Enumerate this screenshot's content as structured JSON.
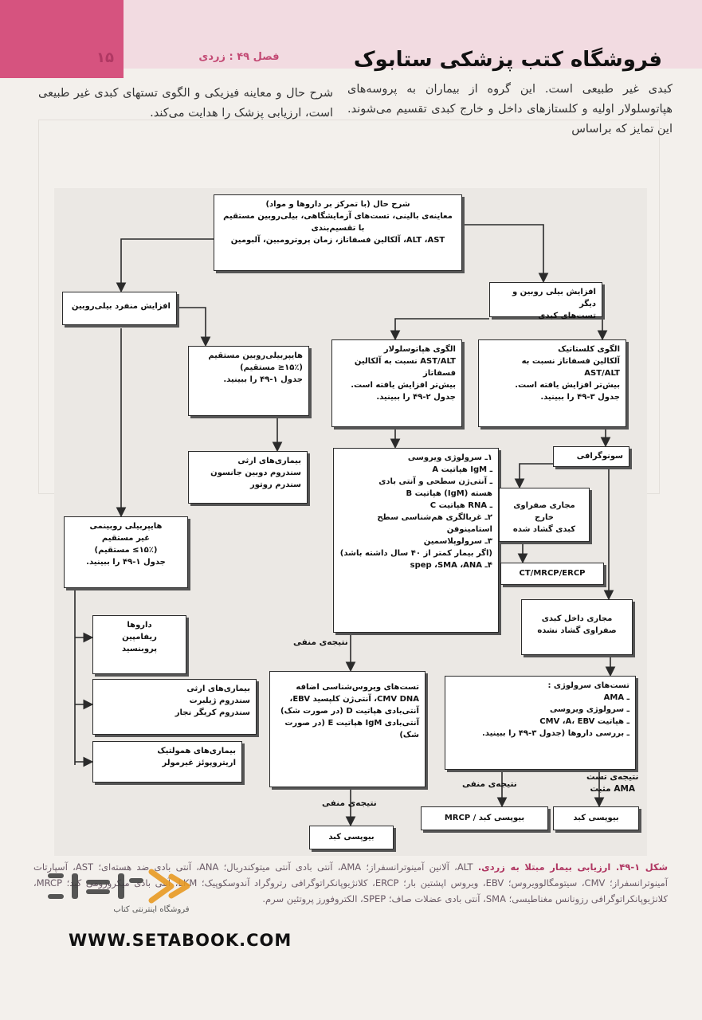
{
  "header": {
    "page_number": "۱۵",
    "chapter": "فصل ۴۹ : زردی",
    "store_title": "فروشگاه کتب پزشکی ستابوک"
  },
  "body_text": {
    "left_column": "شرح حال و معاینه فیزیکی و الگوی تستهای کبدی غیر طبیعی است، ارزیابی پزشک را هدایت می‌کند.",
    "right_column": "کبدی غیر طبیعی است. این گروه از بیماران به پروسه‌های هپاتوسلولار اولیه و کلستازهای داخل و خارج کبدی تقسیم می‌شوند. این تمایز که براساس"
  },
  "flowchart": {
    "history": [
      "شرح حال (با تمرکز بر داروها و مواد)",
      "معاینه‌ی بالینی، تست‌های آزمایشگاهی، بیلی‌روبین مستقیم با تقسیم‌بندی",
      "ALT ،AST، آلکالین فسفاتاز، زمان پروترومبین، آلبومین"
    ],
    "isolated": "افزایش منفرد بیلی‌روبین",
    "elevated": [
      "افزایش بیلی روبین و دیگر",
      "تست‌های کبدی"
    ],
    "direct": [
      "هایپربیلی‌روبین مستقیم",
      "(۱۵٪≤ مستقیم)",
      "جدول ۱-۴۹ را ببینید."
    ],
    "inherited_direct": [
      "بیماری‌های ارثی",
      "سندروم دوبین جانسون",
      "سندرم روتور"
    ],
    "indirect": [
      "هایپربیلی روبینمی",
      "غیر مستقیم",
      "(۱۵٪≥ مستقیم)",
      "جدول ۱-۴۹ را ببینید."
    ],
    "drugs": [
      "داروها",
      "ریفامپین",
      "پروبنسید"
    ],
    "inherited_indirect": [
      "بیماری‌های ارثی",
      "سندروم ژیلبرت",
      "سندروم کریگر نجار"
    ],
    "hemolytic": [
      "بیماری‌های همولتیک",
      "اریتروپوئز غیرمولر"
    ],
    "hepatocellular": [
      "الگوی هپاتوسلولار",
      "AST/ALT نسبت به آلکالین فسفاتاز",
      "بیش‌تر افزایش یافته است.",
      "جدول ۲-۴۹ را ببینید."
    ],
    "cholestatic": [
      "الگوی کلستاتیک",
      "آلکالین فسفاتاز نسبت به AST/ALT",
      "بیش‌تر افزایش یافته است.",
      "جدول ۳-۴۹ را ببینید."
    ],
    "serology": [
      "۱ـ سرولوژی ویروسی",
      "ـ IgM هپاتیت A",
      "ـ آنتی‌ژن سطحی و آنتی بادی",
      "هسته (IgM) هپاتیت B",
      "ـ RNA هپاتیت C",
      "۲ـ غربالگری هم‌شناسی سطح استامینوفن",
      "۳ـ سرولوپلاسمین",
      "(اگر بیمار کمتر از ۴۰ سال داشته باشد)",
      "۴ـ spep ،SMA ،ANA"
    ],
    "negative_label_1": "نتیجه‌ی منفی",
    "extra_virology": [
      "تست‌های ویروس‌شناسی اضافه",
      "CMV DNA، آنتی‌ژن کلپسید EBV،",
      "آنتی‌بادی هپاتیت D (در صورت شک)",
      "آنتی‌بادی IgM هپاتیت E (در صورت",
      "شک)"
    ],
    "negative_label_2": "نتیجه‌ی منفی",
    "biopsy_left": "بیوپسی کبد",
    "sonography": "سونوگرافی",
    "dilated": [
      "مجاری صفراوی خارج",
      "کبدی گشاد شده"
    ],
    "ct": "CT/MRCP/ERCP",
    "not_dilated": [
      "مجاری داخل کبدی",
      "صفراوی گشاد نشده"
    ],
    "serologic_tests": [
      "تست‌های سرولوژی :",
      "ـ AMA",
      "ـ سرولوژی ویروسی",
      "ـ هپاتیت CMV ،A، EBV",
      "ـ بررسی داروها (جدول ۳-۴۹ را ببینید."
    ],
    "negative_label_3": "نتیجه‌ی منفی",
    "ama_positive": [
      "نتیجه‌ی تست",
      "AMA مثبت"
    ],
    "biopsy_mrcp": "بیوپسی کبد / MRCP",
    "biopsy_right": "بیوپسی کبد"
  },
  "caption": {
    "title": "شکل ۱-۴۹. ارزیابی بیمار مبتلا به زردی.",
    "text": "ALT، آلانین آمینوترانسفراز؛ AMA، آنتی بادی آنتی میتوکندریال؛ ANA، آنتی بادی ضد هسته‌ای؛ AST، آسپارتات آمینوترانسفراز؛ CMV، سیتومگالوویروس؛ EBV، ویروس اپشتین بار؛ ERCP، کلانژیوپانکراتوگرافی رتروگراد آندوسکوپیک؛ LKM، آنتی بادی میکروزومی کبد؛ MRCP، کلانژیوپانکراتوگرافی رزونانس مغناطیسی؛ SMA، آنتی بادی عضلات صاف؛ SPEP، الکتروفورز پروتئین سرم."
  },
  "watermark": {
    "site": "WWW.SETABOOK.COM",
    "logo_sub": "فروشگاه اینترنتی کتاب"
  }
}
